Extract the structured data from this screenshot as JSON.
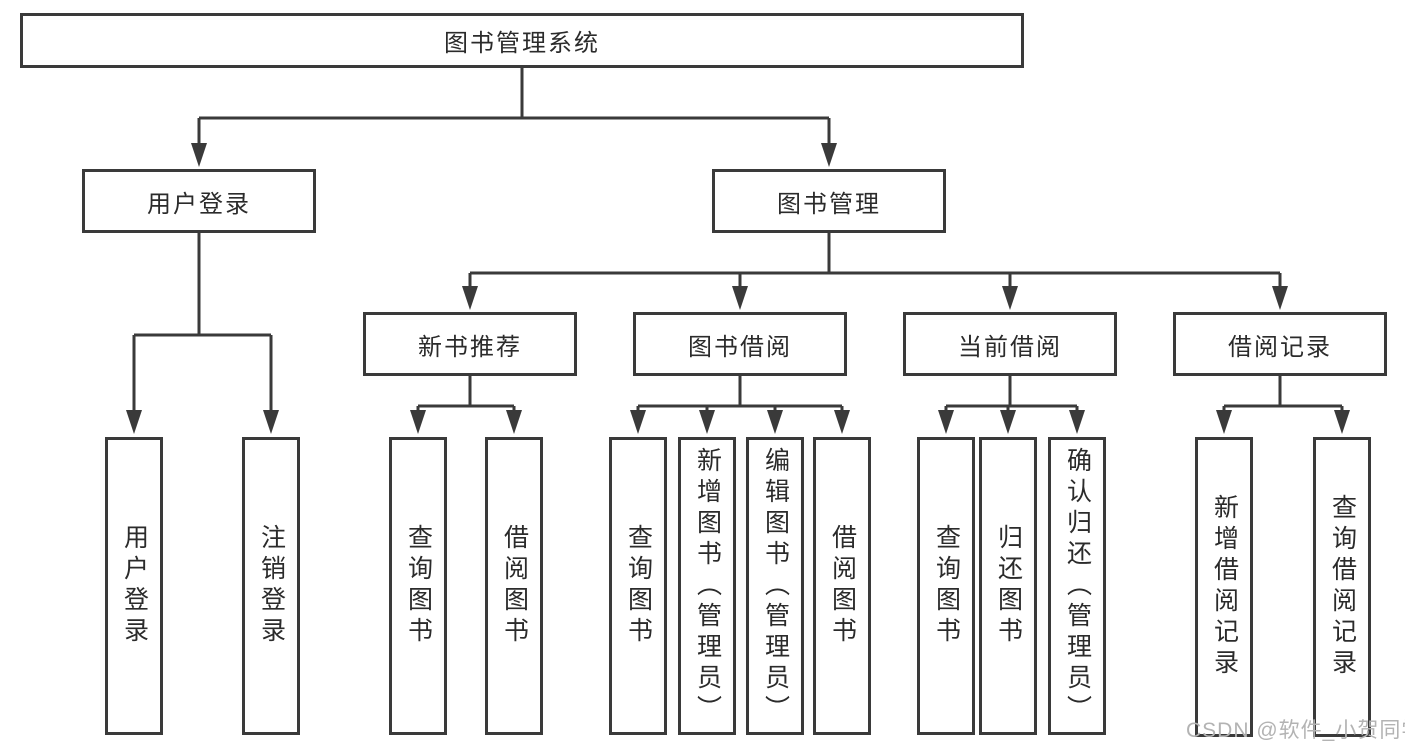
{
  "colors": {
    "line": "#3a3a3a",
    "box_border": "#3a3a3a",
    "text": "#2b2b2b",
    "background": "#ffffff",
    "watermark": "#b3b3b3"
  },
  "tree": {
    "root": {
      "label": "图书管理系统"
    },
    "branches": [
      {
        "label": "用户登录",
        "children": [
          {
            "label": "用户登录"
          },
          {
            "label": "注销登录"
          }
        ]
      },
      {
        "label": "图书管理",
        "children": [
          {
            "label": "新书推荐",
            "children": [
              {
                "label": "查询图书"
              },
              {
                "label": "借阅图书"
              }
            ]
          },
          {
            "label": "图书借阅",
            "children": [
              {
                "label": "查询图书"
              },
              {
                "label": "新增图书（管理员）"
              },
              {
                "label": "编辑图书（管理员）"
              },
              {
                "label": "借阅图书"
              }
            ]
          },
          {
            "label": "当前借阅",
            "children": [
              {
                "label": "查询图书"
              },
              {
                "label": "归还图书"
              },
              {
                "label": "确认归还（管理员）"
              }
            ]
          },
          {
            "label": "借阅记录",
            "children": [
              {
                "label": "新增借阅记录"
              },
              {
                "label": "查询借阅记录"
              }
            ]
          }
        ]
      }
    ]
  },
  "watermark": {
    "text": "CSDN @软件_小贺同学"
  }
}
